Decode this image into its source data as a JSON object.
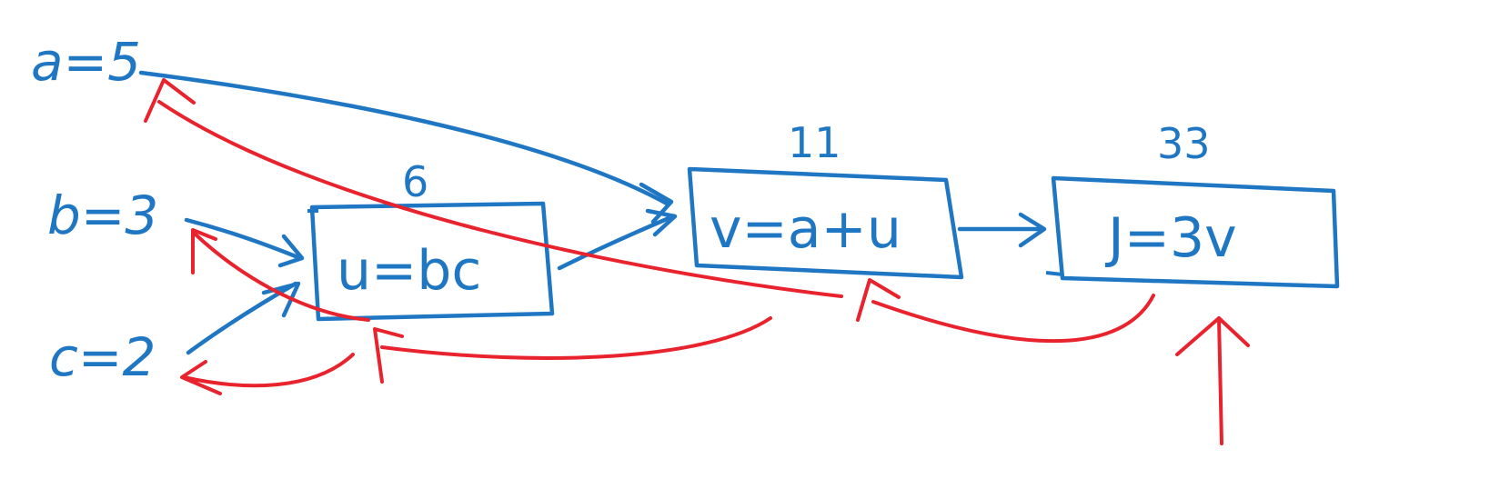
{
  "diagram": {
    "inputs": [
      {
        "id": "a",
        "label": "a=5"
      },
      {
        "id": "b",
        "label": "b=3"
      },
      {
        "id": "c",
        "label": "c=2"
      }
    ],
    "nodes": [
      {
        "id": "u",
        "expression": "u=bc",
        "value": "6"
      },
      {
        "id": "v",
        "expression": "v=a+u",
        "value": "11"
      },
      {
        "id": "j",
        "expression": "J=3v",
        "value": "33"
      }
    ],
    "colors": {
      "forward": "#1f77c4",
      "backward": "#e8232e",
      "background": "#ffffff"
    }
  }
}
